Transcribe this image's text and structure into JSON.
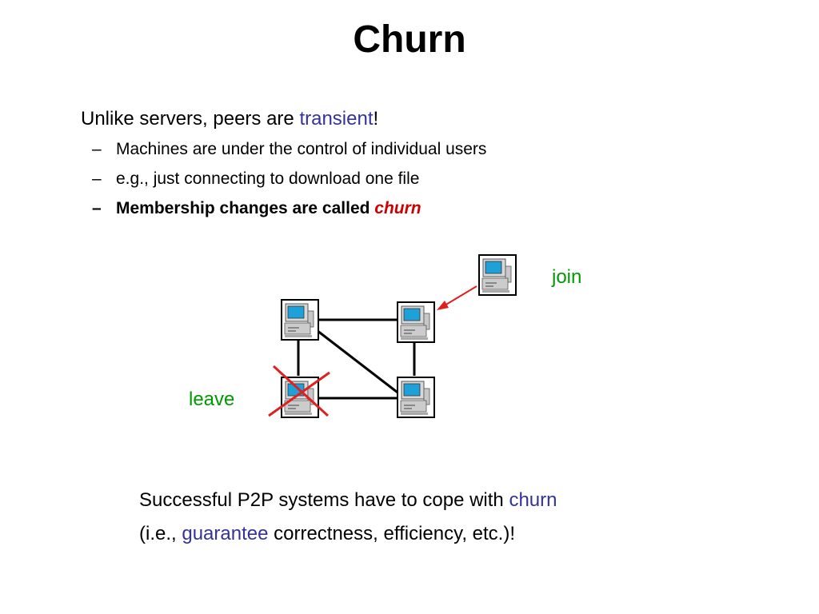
{
  "title": "Churn",
  "bullet": {
    "text": "Unlike servers, peers are ",
    "highlight": "transient",
    "end": "!"
  },
  "subbullets": [
    {
      "dash": "–",
      "text": "Machines are under the control of individual users"
    },
    {
      "dash": "–",
      "text": "e.g., just connecting to download one file"
    },
    {
      "dash": "–",
      "text": "Membership changes are called ",
      "highlight": "churn"
    }
  ],
  "diagram": {
    "join_label": "join",
    "leave_label": "leave"
  },
  "footer": {
    "line1_text": "Successful P2P systems have to cope with ",
    "line1_highlight": "churn",
    "line2_start": "(i.e., ",
    "line2_highlight": "guarantee",
    "line2_end": " correctness, efficiency, etc.)!"
  },
  "colors": {
    "blue": "#333399",
    "red": "#cc0000",
    "green": "#009900"
  }
}
